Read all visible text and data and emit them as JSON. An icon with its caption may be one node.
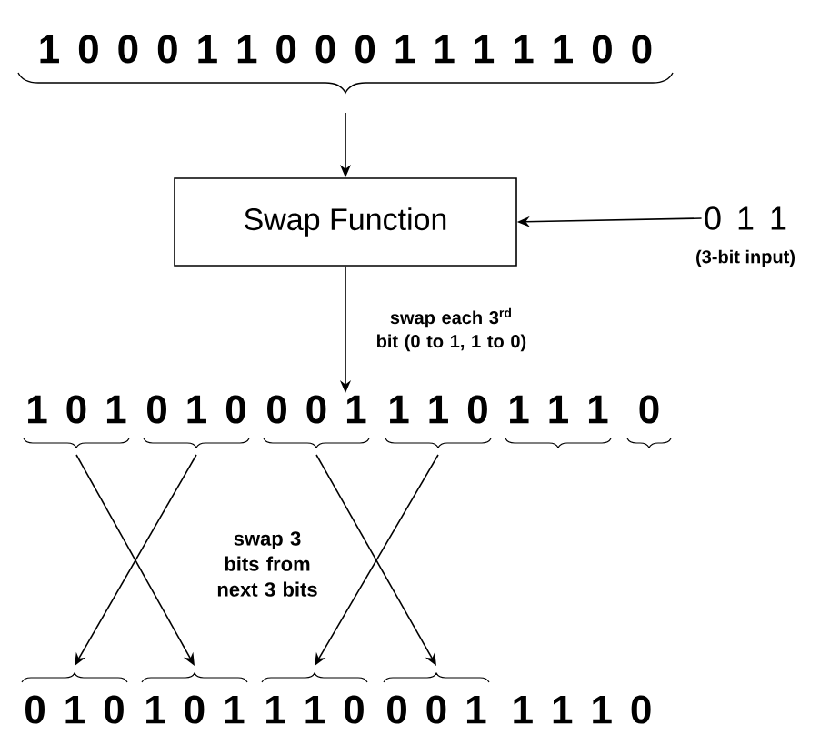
{
  "diagram": {
    "nodes": [
      {
        "text": [
          "1 0 0 0 1 1 0 0 0 1 1 1 1 1 0 0"
        ]
      },
      {
        "text": [
          "Swap Function"
        ]
      },
      {
        "text": [
          "0 1 1"
        ],
        "beside": [
          "(3-bit input)"
        ]
      },
      {
        "text": [
          "1 0 1"
        ]
      },
      {
        "text": [
          "0 1 0"
        ]
      },
      {
        "text": [
          "0 0 1"
        ]
      },
      {
        "text": [
          "1 1 0"
        ]
      },
      {
        "text": [
          "1 1 1"
        ]
      },
      {
        "text": [
          "0"
        ]
      },
      {
        "text": [
          "0 1 0"
        ]
      },
      {
        "text": [
          "1 0 1"
        ]
      },
      {
        "text": [
          "1 1 0"
        ]
      },
      {
        "text": [
          "0 0 1"
        ]
      }
    ],
    "edges": [
      {
        "from": 0,
        "to": 1,
        "arrow": "to"
      },
      {
        "from": 2,
        "to": 1,
        "arrow": "to"
      },
      {
        "from": 1,
        "to": 5,
        "arrow": "to",
        "label": "swap each 3$^{rd}$ bit (0 to 1, 1 to 0)"
      },
      {
        "from": 3,
        "to": 10,
        "arrow": "to"
      },
      {
        "from": 4,
        "to": 9,
        "arrow": "to"
      },
      {
        "from": 5,
        "to": 12,
        "arrow": "to"
      },
      {
        "from": 6,
        "to": 11,
        "arrow": "to"
      }
    ],
    "labels": [
      "swap 3 bits from next 3 bits",
      "1 1 1 0"
    ]
  }
}
